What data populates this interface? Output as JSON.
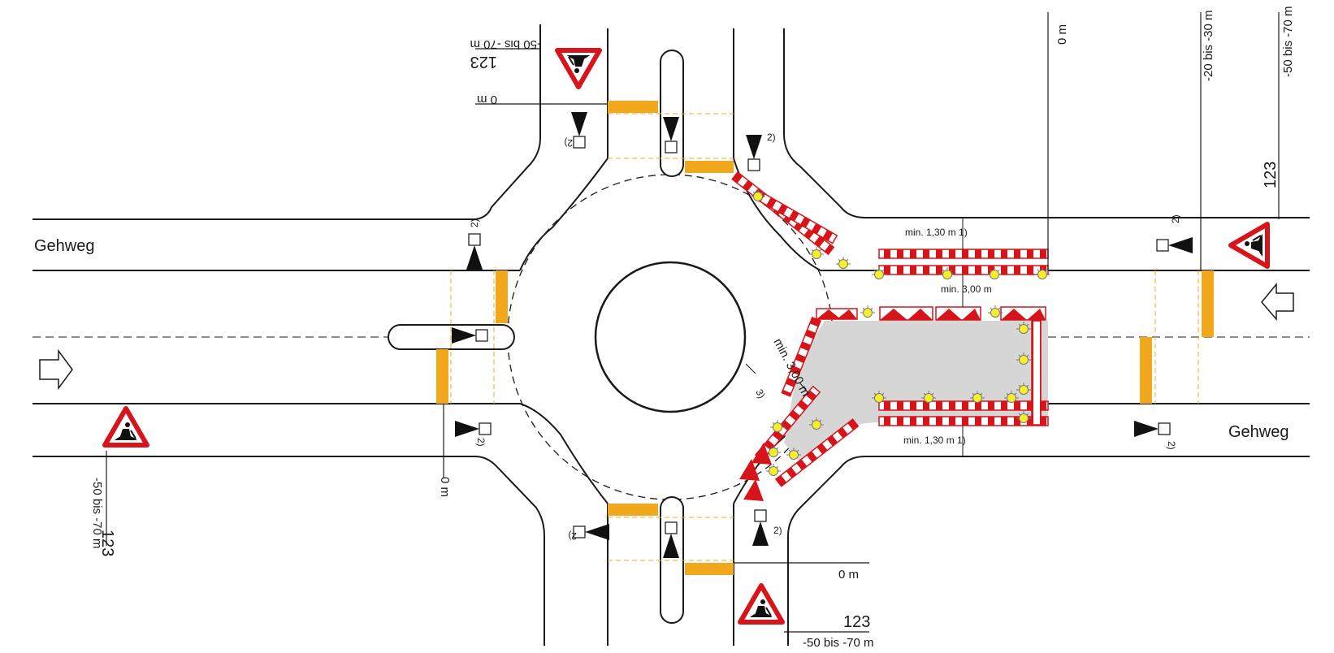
{
  "labels": {
    "gehweg_left": "Gehweg",
    "gehweg_right": "Gehweg",
    "sign_number": "123",
    "zero_m": "0 m",
    "dist_50_70": "-50 bis -70 m",
    "dist_20_30": "-20 bis -30 m",
    "min_130_top": "min. 1,30 m  1)",
    "min_130_bottom": "min. 1,30 m  1)",
    "min_300_lane": "min. 3,00 m",
    "min_300_ring": "min. 3,00 m",
    "footnote_3": "3)",
    "footnote_2": "2)"
  },
  "colors": {
    "road_line": "#1a1a1a",
    "marking_yellow": "#f2a81d",
    "barrier_red": "#d8141b",
    "warning_light": "#f7ee2a",
    "work_area_fill": "#d6d6d6",
    "sign_red": "#d8141b"
  },
  "icons": [
    "roadworks-warning-sign",
    "arrow-right-icon",
    "arrow-left-icon",
    "warning-light-icon",
    "traffic-light-icon"
  ]
}
